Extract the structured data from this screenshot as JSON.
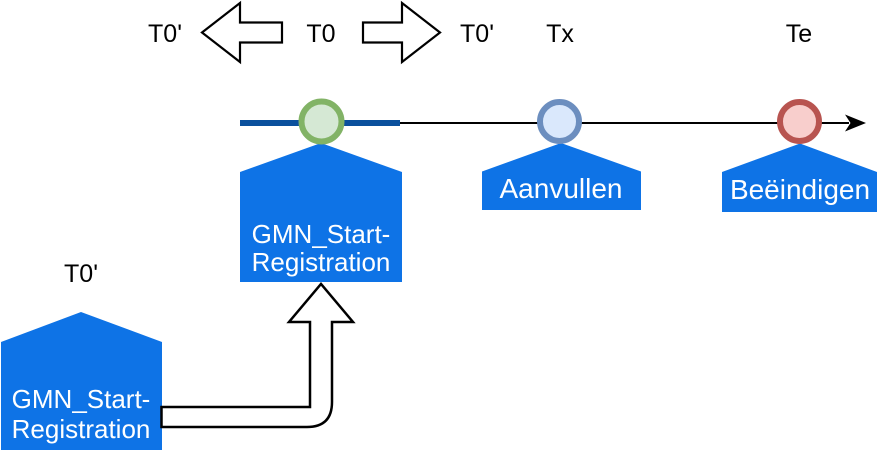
{
  "colors": {
    "pentagon_fill": "#0E73E6",
    "pentagon_text_color": "#FFFFFF",
    "label_text_color": "#000000",
    "timeline_segment_blue": "#0B509D",
    "timeline_axis_black": "#000000",
    "green_circle_fill": "#D5E8D4",
    "green_circle_stroke": "#82B366",
    "blue_circle_fill": "#DAE8FC",
    "blue_circle_stroke": "#6C8EBF",
    "red_circle_fill": "#F8CECC",
    "red_circle_stroke": "#B85450"
  },
  "top_row": {
    "t0_prime_left": "T0'",
    "t0": "T0",
    "t0_prime_right": "T0'",
    "tx": "Tx",
    "te": "Te"
  },
  "events": {
    "start": {
      "line1": "GMN_Start-",
      "line2": "Registration"
    },
    "aanvullen": {
      "label": "Aanvullen"
    },
    "beeindigen": {
      "label": "Beëindigen"
    },
    "start_prime": {
      "time_label": "T0'",
      "line1": "GMN_Start-",
      "line2": "Registration"
    }
  }
}
